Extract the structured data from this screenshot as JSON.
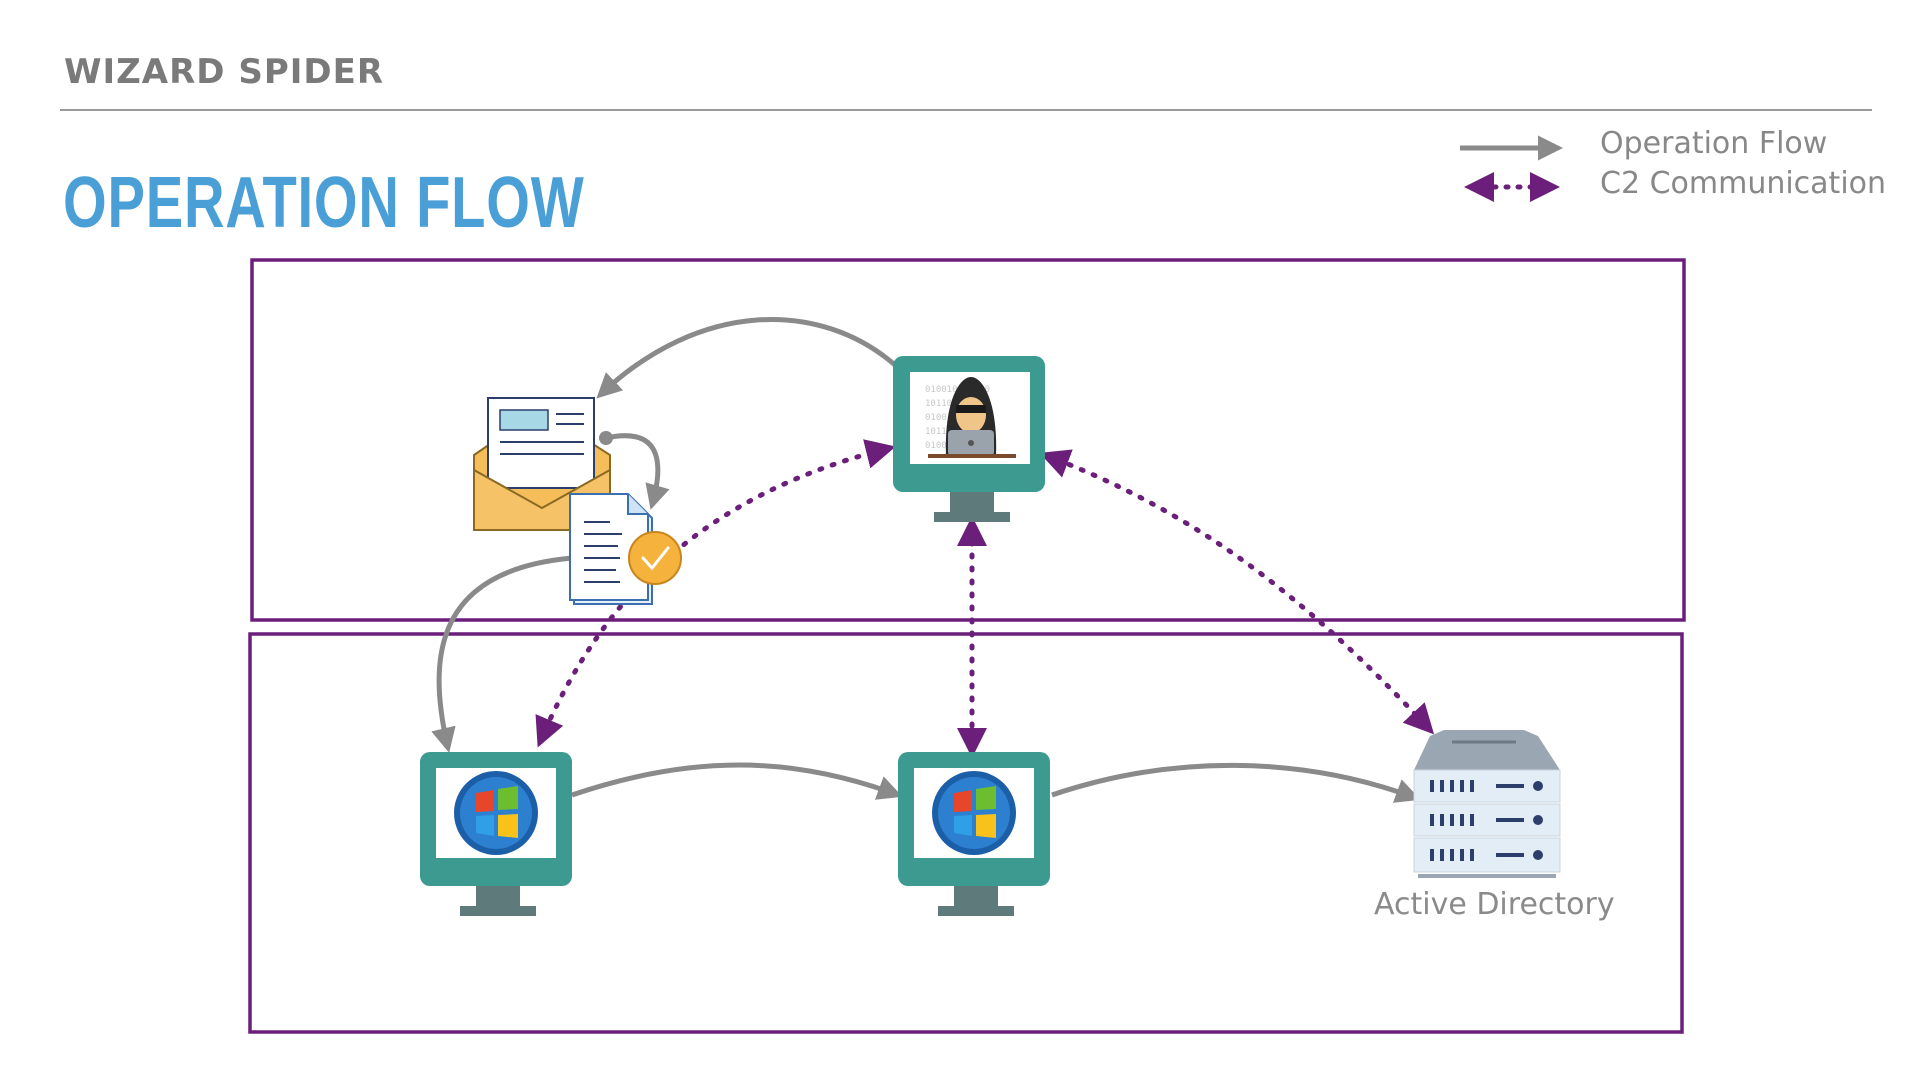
{
  "header": {
    "section": "WIZARD SPIDER",
    "title": "OPERATION FLOW"
  },
  "legend": {
    "operation_flow": "Operation Flow",
    "c2_communication": "C2 Communication"
  },
  "nodes": {
    "attacker": {
      "icon": "hacker-monitor-icon"
    },
    "phishing": {
      "icon": "email-with-attachment-icon"
    },
    "document": {
      "icon": "verified-document-icon"
    },
    "workstation_1": {
      "icon": "windows-monitor-icon"
    },
    "workstation_2": {
      "icon": "windows-monitor-icon"
    },
    "domain_controller": {
      "icon": "server-icon",
      "label": "Active Directory"
    }
  },
  "colors": {
    "title": "#4a9fd6",
    "flow": "#8a8a8a",
    "c2": "#6b1f7a",
    "monitor": "#3c9a91",
    "boundary": "#6b1f7a"
  }
}
